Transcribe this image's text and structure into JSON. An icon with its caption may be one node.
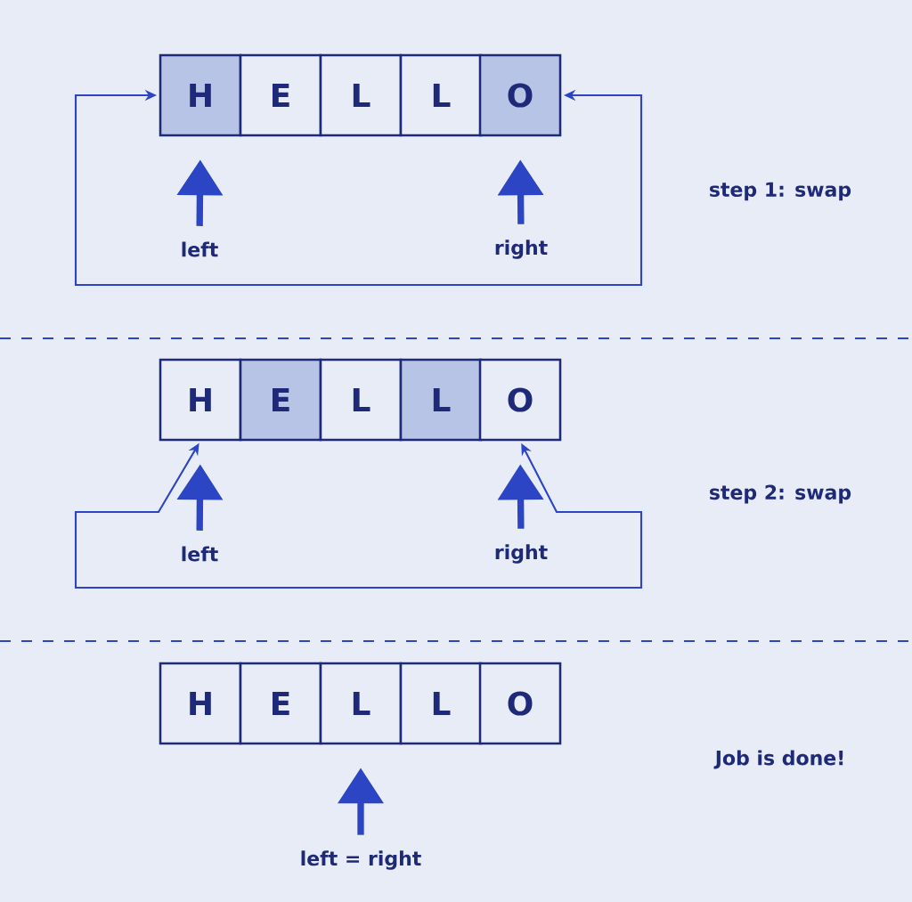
{
  "diagram": {
    "nodes": [
      {
        "text": [
          "H"
        ]
      },
      {
        "text": [
          "E"
        ]
      },
      {
        "text": [
          "L"
        ]
      },
      {
        "text": [
          "L"
        ]
      },
      {
        "text": [
          "O"
        ]
      },
      {
        "text": [
          "left"
        ]
      },
      {
        "text": [
          "right"
        ]
      },
      {
        "text": [
          "H"
        ]
      },
      {
        "text": [
          "E"
        ]
      },
      {
        "text": [
          "L"
        ]
      },
      {
        "text": [
          "L"
        ]
      },
      {
        "text": [
          "O"
        ]
      },
      {
        "text": [
          "left"
        ]
      },
      {
        "text": [
          "right"
        ]
      },
      {
        "text": [
          "H"
        ]
      },
      {
        "text": [
          "E"
        ]
      },
      {
        "text": [
          "L"
        ]
      },
      {
        "text": [
          "L"
        ]
      },
      {
        "text": [
          "O"
        ]
      },
      {
        "text": [
          "left = right"
        ]
      }
    ],
    "edges": [
      {
        "from": 5,
        "to": 0,
        "arrow": "to"
      },
      {
        "from": 6,
        "to": 4,
        "arrow": "to"
      },
      {
        "from": 0,
        "to": 4,
        "arrow": "both"
      },
      {
        "from": 12,
        "to": 7,
        "arrow": "to"
      },
      {
        "from": 13,
        "to": 11,
        "arrow": "to"
      },
      {
        "from": 7,
        "to": 11,
        "arrow": "both"
      },
      {
        "from": 19,
        "to": 16,
        "arrow": "to"
      }
    ],
    "labels": [
      "step 1: swap",
      "step 2: swap",
      "Job is done!"
    ]
  }
}
